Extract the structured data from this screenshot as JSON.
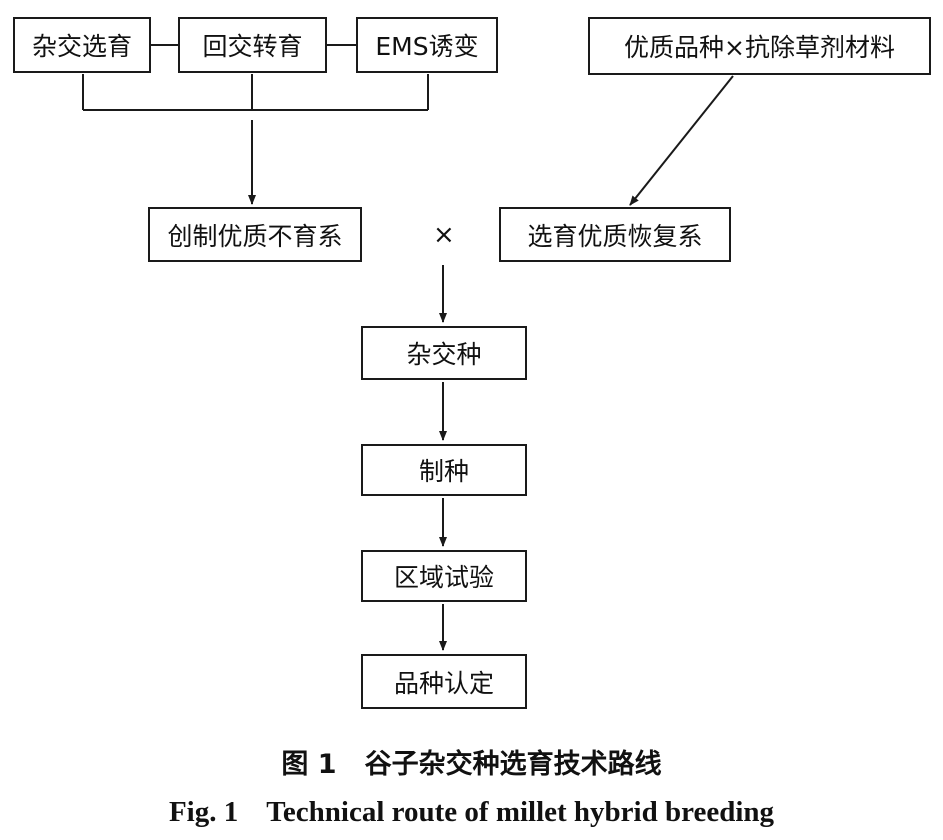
{
  "nodes": {
    "cross_breeding": "杂交选育",
    "backcross": "回交转育",
    "ems": "EMS诱变",
    "parent_material": "优质品种×抗除草剂材料",
    "sterile_line": "创制优质不育系",
    "restorer_line": "选育优质恢复系",
    "cross_symbol": "×",
    "hybrid": "杂交种",
    "seed_production": "制种",
    "regional_trial": "区域试验",
    "variety_approval": "品种认定"
  },
  "caption": {
    "cn_number": "图 1",
    "cn_title": "谷子杂交种选育技术路线",
    "en_number": "Fig. 1",
    "en_title": "Technical route of millet hybrid breeding"
  },
  "colors": {
    "line": "#1a1a1a",
    "text": "#111111"
  }
}
